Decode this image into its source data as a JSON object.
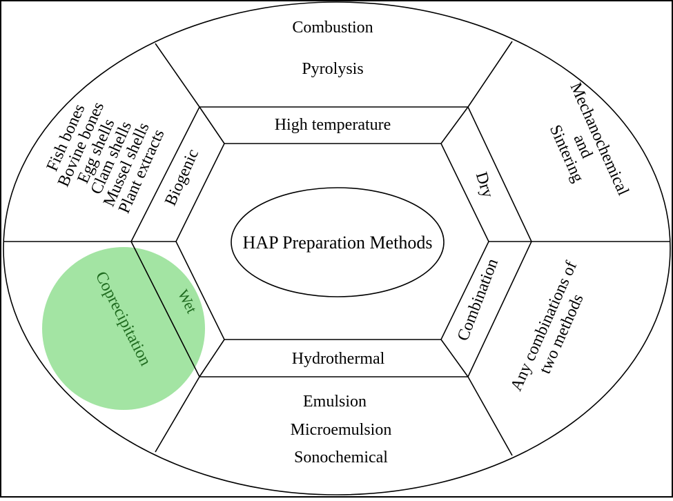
{
  "center": {
    "title": "HAP Preparation Methods"
  },
  "inner_ring": {
    "high_temperature": "High temperature",
    "dry": "Dry",
    "combination": "Combination",
    "hydrothermal": "Hydrothermal",
    "wet": "Wet",
    "biogenic": "Biogenic"
  },
  "outer_ring": {
    "top": [
      "Combustion",
      "Pyrolysis"
    ],
    "top_right": [
      "Mechanochemical",
      "and",
      "Sintering"
    ],
    "bottom_right": [
      "Any combinations of",
      "two methods"
    ],
    "bottom": [
      "Emulsion",
      "Microemulsion",
      "Sonochemical"
    ],
    "bottom_left": [
      "Coprecipitation"
    ],
    "top_left": [
      "Fish bones",
      "Bovine bones",
      "Egg shells",
      "Clam shells",
      "Mussel shells",
      "Plant extracts"
    ]
  },
  "colors": {
    "highlight_fill": "#a3e4a3",
    "highlight_text": "#1f6b1f",
    "lines": "#000000"
  }
}
